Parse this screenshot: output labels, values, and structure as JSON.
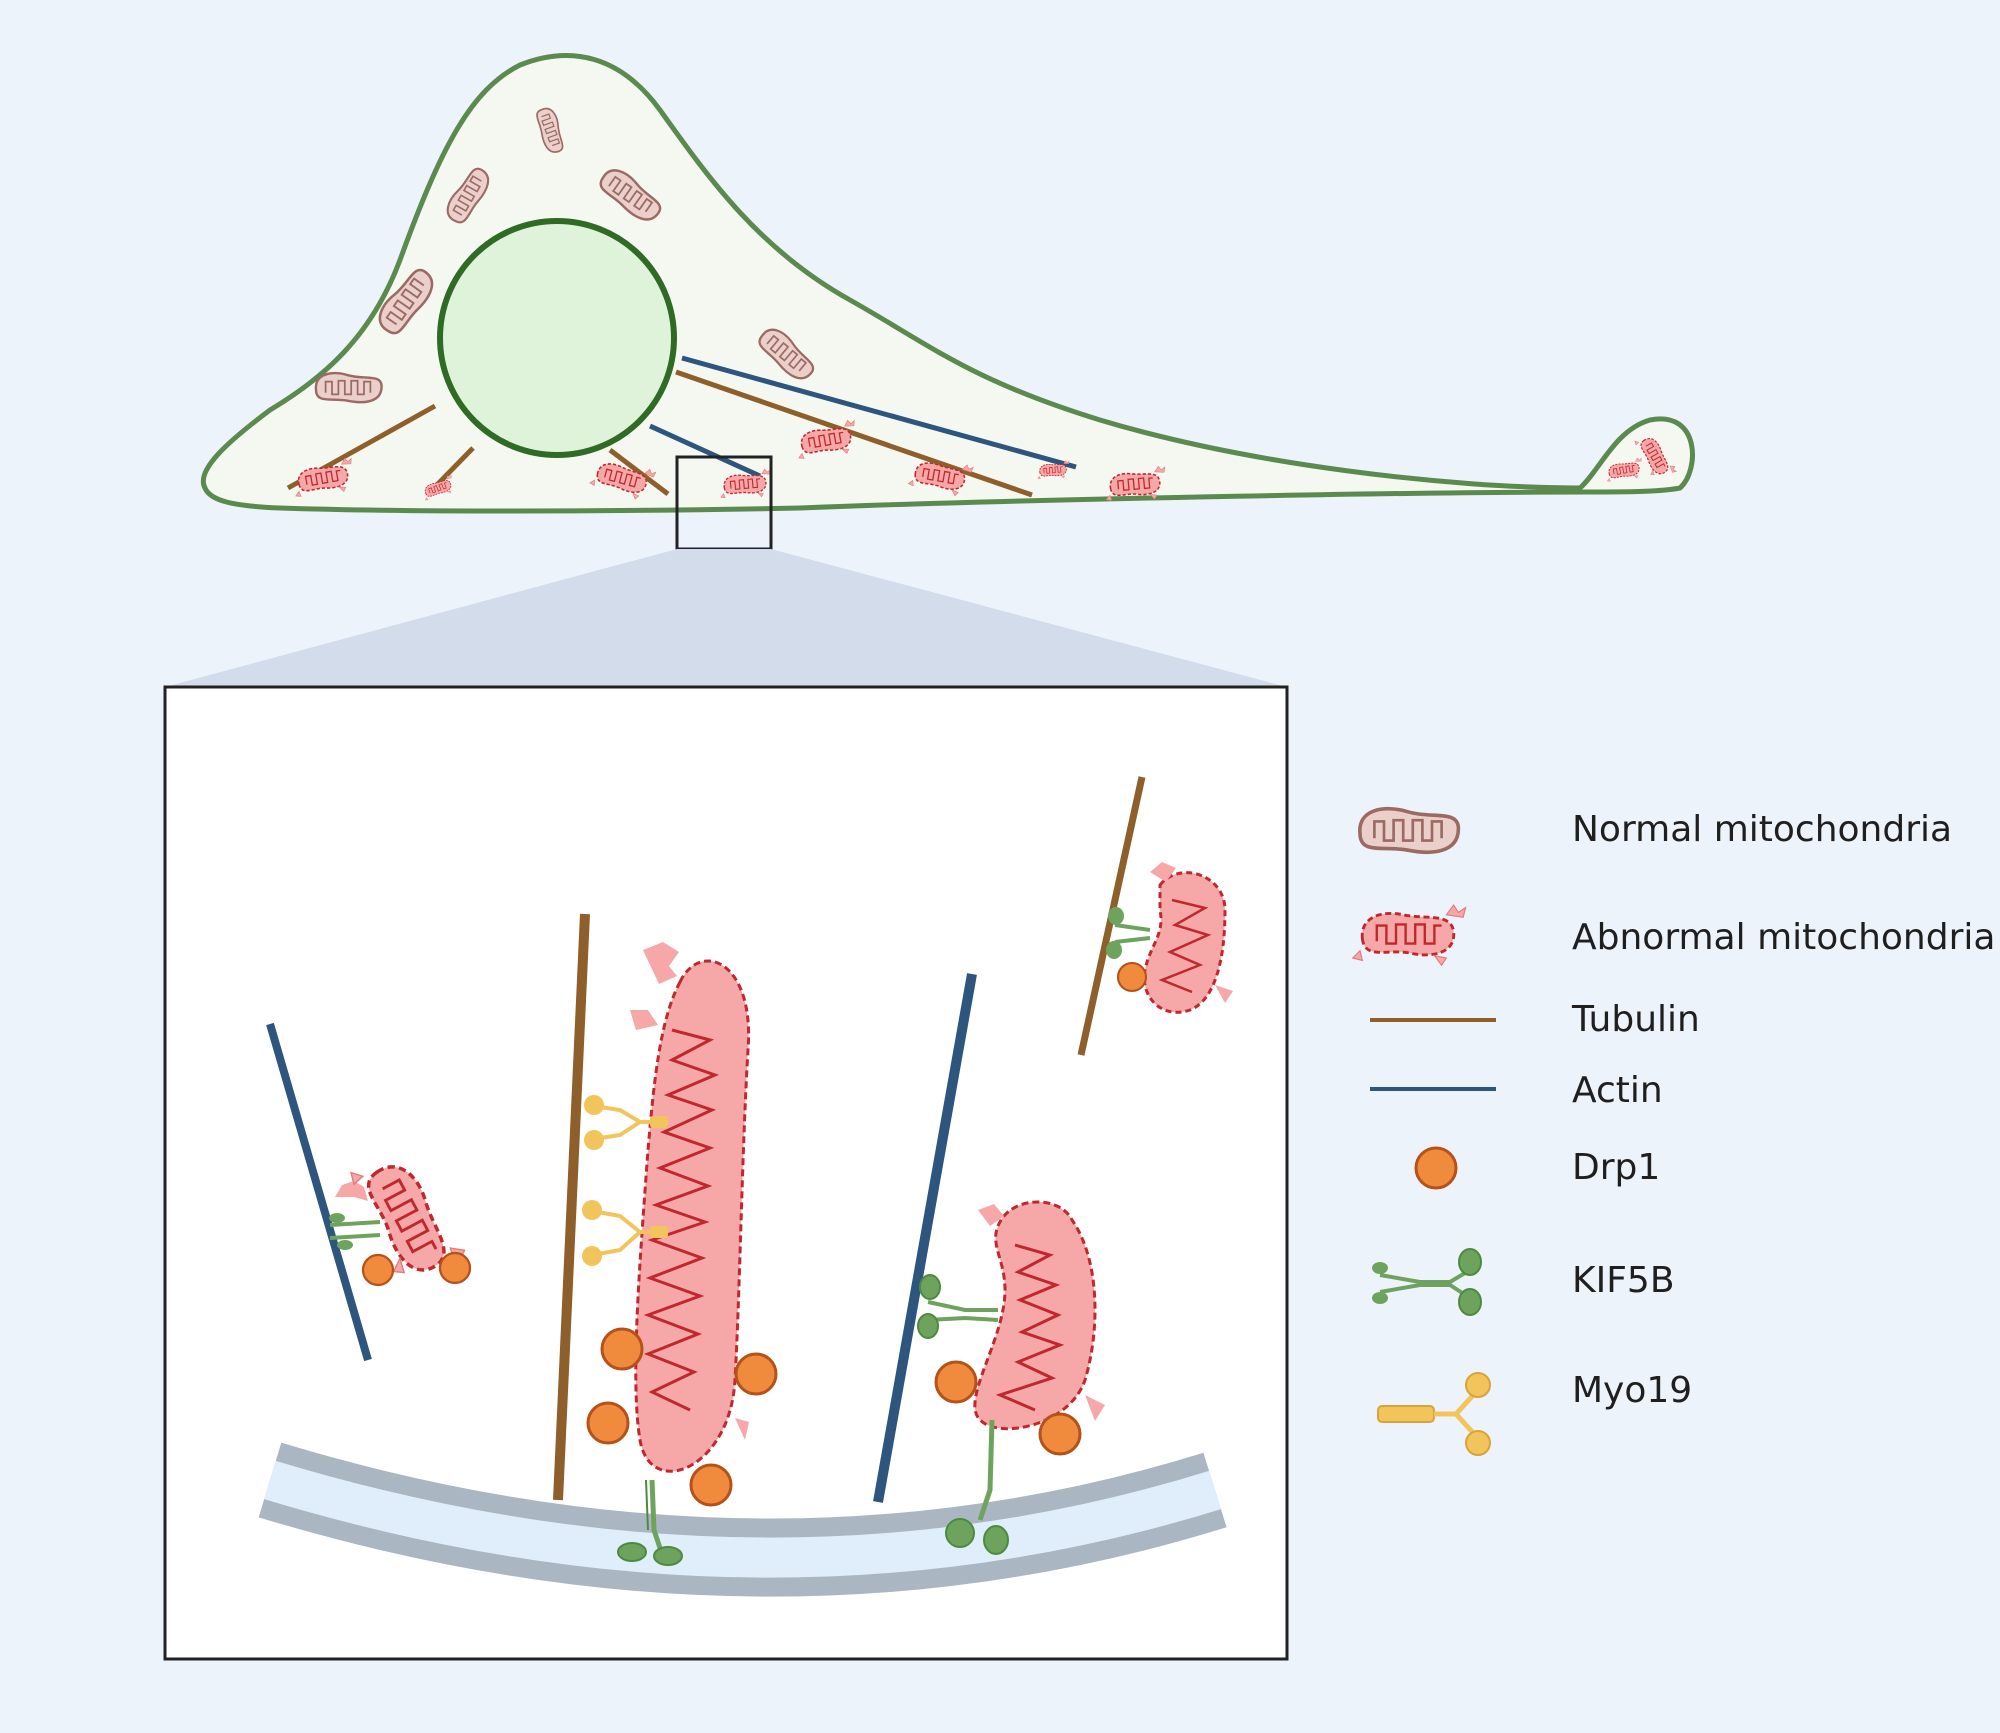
{
  "legend": {
    "normal": "Normal mitochondria",
    "abnormal": "Abnormal mitochondria",
    "tubulin": "Tubulin",
    "actin": "Actin",
    "drp1": "Drp1",
    "kif5b": "KIF5B",
    "myo19": "Myo19"
  },
  "colors": {
    "background": "#edf3fb",
    "cell_fill": "#f4f8f1",
    "cell_outline": "#5a8a4e",
    "nucleus_fill": "#dff2da",
    "nucleus_outline": "#2f6b24",
    "tubulin": "#8e5f2a",
    "actin": "#2d557e",
    "drp1": "#f08a3c",
    "kif5b": "#6ea35e",
    "myo19": "#f2c45c",
    "normal_mito": "#ebcfca",
    "abnormal_mito": "#f6a8a8"
  }
}
